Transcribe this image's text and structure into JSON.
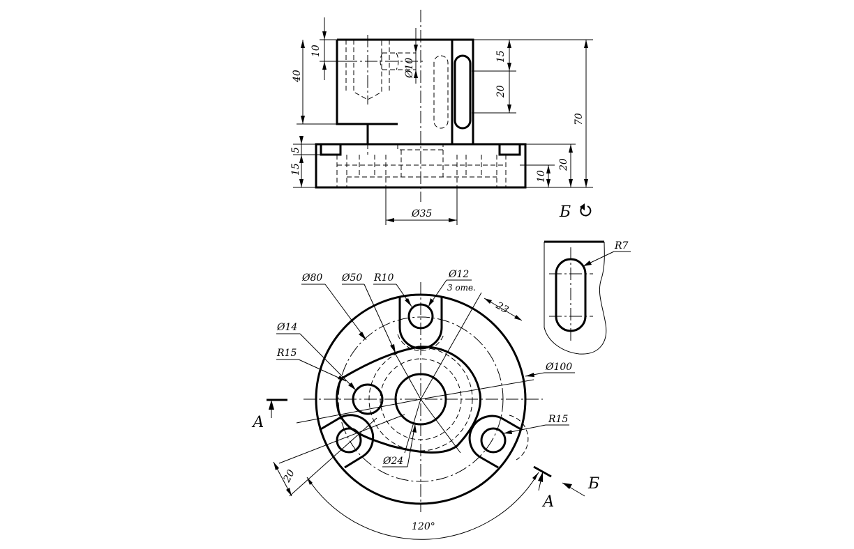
{
  "front_view": {
    "dims": {
      "d10_top": "10",
      "d40": "40",
      "phi10": "Ø10",
      "d15": "15",
      "d20": "20",
      "d70": "70",
      "d5": "5",
      "d15_base": "15",
      "d10_base": "10",
      "d20_base": "20",
      "phi35": "Ø35"
    },
    "view_label": "Б"
  },
  "detail_view": {
    "r7": "R7"
  },
  "top_view": {
    "phi80": "Ø80",
    "phi50": "Ø50",
    "r10": "R10",
    "phi12": "Ø12",
    "holes_note": "3 отв.",
    "d23": "23",
    "phi14": "Ø14",
    "r15_left": "R15",
    "phi100": "Ø100",
    "r15_right": "R15",
    "phi24": "Ø24",
    "d20": "20",
    "angle120": "120°",
    "section_a_left": "А",
    "section_a_right": "А",
    "view_b": "Б"
  }
}
